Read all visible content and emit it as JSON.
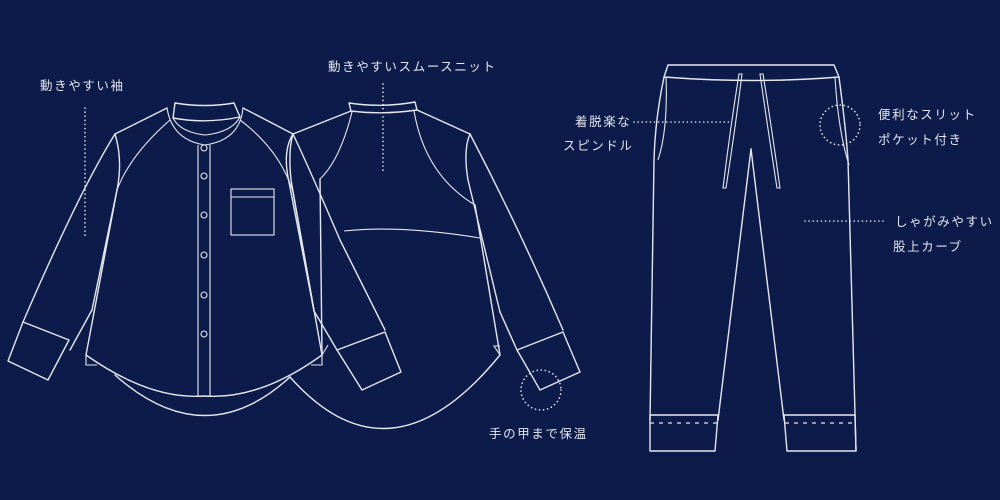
{
  "colors": {
    "background": "#0d1b4a",
    "line": "#e6e8ef"
  },
  "shirt": {
    "front": {
      "label": "動きやすい袖",
      "buttons": 6
    },
    "back": {
      "label": "動きやすいスムースニット"
    },
    "cuff": {
      "label": "手の甲まで保温"
    }
  },
  "pants": {
    "drawstring": {
      "label_line1": "着脱楽な",
      "label_line2": "スピンドル"
    },
    "pocket": {
      "label_line1": "便利なスリット",
      "label_line2": "ポケット付き"
    },
    "rise": {
      "label_line1": "しゃがみやすい",
      "label_line2": "股上カーブ"
    }
  }
}
